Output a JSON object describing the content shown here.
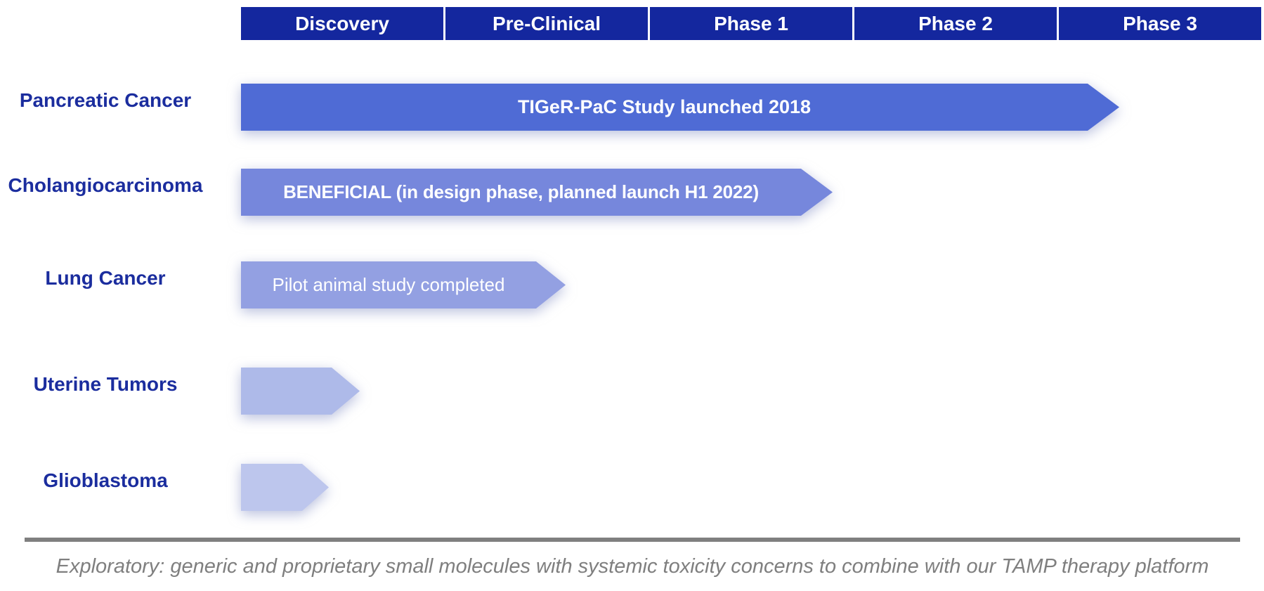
{
  "header": {
    "columns": [
      {
        "label": "Discovery"
      },
      {
        "label": "Pre-Clinical"
      },
      {
        "label": "Phase 1"
      },
      {
        "label": "Phase 2"
      },
      {
        "label": "Phase 3"
      }
    ]
  },
  "rows": [
    {
      "label": "Pancreatic Cancer",
      "bar_text": "TIGeR-PaC Study launched 2018"
    },
    {
      "label": "Cholangiocarcinoma",
      "bar_text": "BENEFICIAL (in design phase, planned launch H1 2022)"
    },
    {
      "label": "Lung Cancer",
      "bar_text": "Pilot animal study completed"
    },
    {
      "label": "Uterine Tumors",
      "bar_text": ""
    },
    {
      "label": "Glioblastoma",
      "bar_text": ""
    }
  ],
  "footer": {
    "note": "Exploratory: generic and proprietary small molecules with systemic toxicity concerns to combine with our TAMP therapy platform"
  },
  "colors": {
    "header_bg": "#14279E",
    "row_label_text": "#1B2D9E",
    "bar_text": "#FFFFFF",
    "bar_colors": [
      "#4F6BD5",
      "#7687DC",
      "#93A0E2",
      "#AEBAE9",
      "#BDC6ED"
    ],
    "footer_gray": "#7F7F7F"
  },
  "chart_data": {
    "type": "bar",
    "orientation": "horizontal",
    "title": "",
    "stages": [
      "Discovery",
      "Pre-Clinical",
      "Phase 1",
      "Phase 2",
      "Phase 3"
    ],
    "categories": [
      "Pancreatic Cancer",
      "Cholangiocarcinoma",
      "Lung Cancer",
      "Uterine Tumors",
      "Glioblastoma"
    ],
    "values_stage_units": [
      4.3,
      2.9,
      1.6,
      0.6,
      0.45
    ],
    "xlim": [
      0,
      5
    ],
    "bar_annotations": [
      "TIGeR-PaC Study launched 2018",
      "BENEFICIAL (in design phase, planned launch H1 2022)",
      "Pilot animal study completed",
      "",
      ""
    ],
    "legend": "none",
    "grid": false,
    "footnote": "Exploratory: generic and proprietary small molecules with systemic toxicity concerns to combine with our TAMP therapy platform"
  }
}
